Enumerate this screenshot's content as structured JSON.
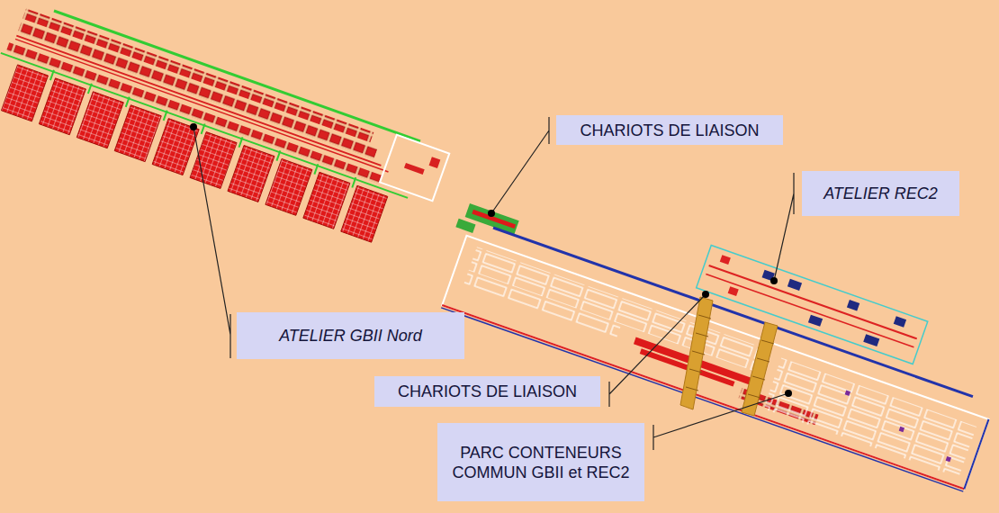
{
  "diagram": {
    "nodes": [
      {
        "text": [
          "CHARIOTS DE LIAISON"
        ]
      },
      {
        "text": [
          "ATELIER REC2"
        ]
      },
      {
        "text": [
          "ATELIER GBII Nord"
        ]
      },
      {
        "text": [
          "CHARIOTS DE LIAISON"
        ]
      },
      {
        "text": [
          "PARC CONTENEURS COMMUN GBII et REC2"
        ]
      }
    ]
  }
}
